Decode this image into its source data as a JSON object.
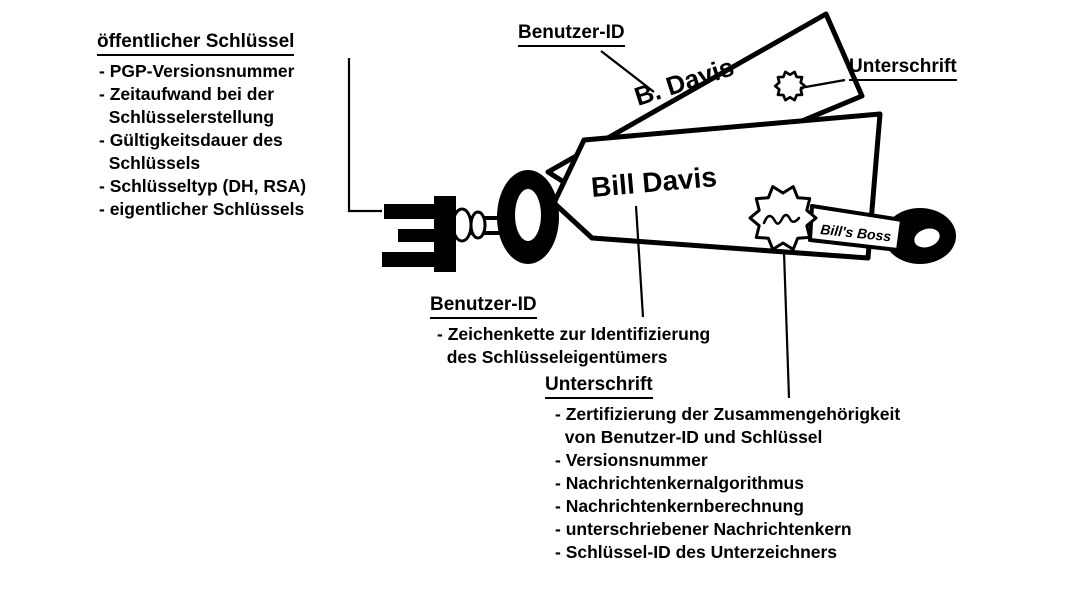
{
  "diagram": {
    "public_key": {
      "title": "öffentlicher Schlüssel",
      "lines": [
        "- PGP-Versionsnummer",
        "- Zeitaufwand bei der",
        "  Schlüsselerstellung",
        "- Gültigkeitsdauer des",
        "  Schlüssels",
        "- Schlüsseltyp (DH, RSA)",
        "- eigentlicher Schlüssels"
      ]
    },
    "user_id_top": {
      "title": "Benutzer-ID"
    },
    "signature_top": {
      "title": "Unterschrift"
    },
    "user_id_bottom": {
      "title": "Benutzer-ID",
      "lines": [
        "- Zeichenkette zur Identifizierung",
        "  des Schlüsseleigentümers"
      ]
    },
    "signature_bottom": {
      "title": "Unterschrift",
      "lines": [
        "- Zertifizierung der Zusammengehörigkeit",
        "  von Benutzer-ID und Schlüssel",
        "- Versionsnummer",
        "- Nachrichtenkernalgorithmus",
        "- Nachrichtenkernberechnung",
        "- unterschriebener Nachrichtenkern",
        "- Schlüssel-ID des Unterzeichners"
      ]
    },
    "artwork": {
      "back_tag_name": "B. Davis",
      "front_tag_name": "Bill Davis",
      "boss_key_label": "Bill's Boss"
    },
    "colors": {
      "ink": "#000000",
      "background": "#ffffff"
    }
  }
}
